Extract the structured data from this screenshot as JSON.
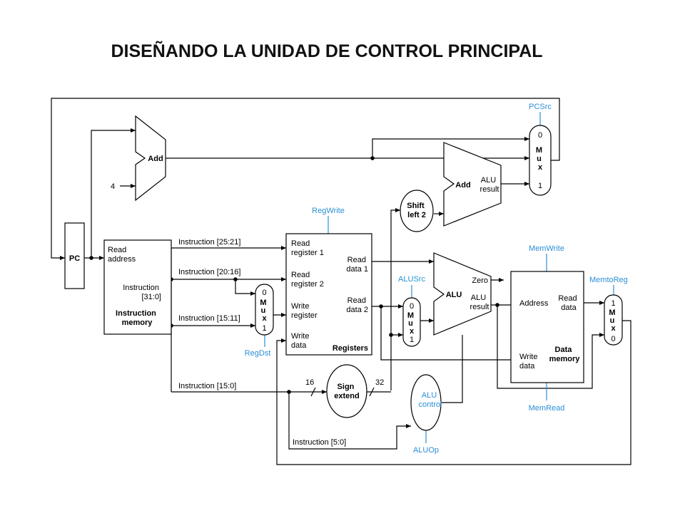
{
  "title": "DISEÑANDO LA UNIDAD DE CONTROL PRINCIPAL",
  "blocks": {
    "pc": "PC",
    "add_top": "Add",
    "const_four": "4",
    "add_branch": "Add",
    "add_branch_result": [
      "ALU",
      "result"
    ],
    "shift_left": [
      "Shift",
      "left 2"
    ],
    "instr_mem_read": [
      "Read",
      "address"
    ],
    "instr_mem_instr": [
      "Instruction",
      "[31:0]"
    ],
    "instr_mem_name": [
      "Instruction",
      "memory"
    ],
    "reg_read1": [
      "Read",
      "register 1"
    ],
    "reg_read2": [
      "Read",
      "register 2"
    ],
    "reg_write_reg": [
      "Write",
      "register"
    ],
    "reg_write_data": [
      "Write",
      "data"
    ],
    "reg_out1": [
      "Read",
      "data 1"
    ],
    "reg_out2": [
      "Read",
      "data 2"
    ],
    "reg_name": "Registers",
    "alu": "ALU",
    "alu_zero": "Zero",
    "alu_result": [
      "ALU",
      "result"
    ],
    "dm_address": "Address",
    "dm_read": [
      "Read",
      "data"
    ],
    "dm_write": [
      "Write",
      "data"
    ],
    "dm_name": [
      "Data",
      "memory"
    ],
    "sign_extend": [
      "Sign",
      "extend"
    ],
    "bits_in": "16",
    "bits_out": "32",
    "alu_control": [
      "ALU",
      "control"
    ],
    "mux_letters": [
      "M",
      "u",
      "x"
    ]
  },
  "mux_inputs": {
    "pcsrc": [
      "0",
      "1"
    ],
    "regdst": [
      "0",
      "1"
    ],
    "alusrc": [
      "0",
      "1"
    ],
    "memtoreg": [
      "1",
      "0"
    ]
  },
  "control_signals": {
    "pcsrc": "PCSrc",
    "regwrite": "RegWrite",
    "memwrite": "MemWrite",
    "alusrc": "ALUSrc",
    "memtoreg": "MemtoReg",
    "regdst": "RegDst",
    "memread": "MemRead",
    "aluop": "ALUOp"
  },
  "instruction_fields": {
    "f25_21": "Instruction [25:21]",
    "f20_16": "Instruction [20:16]",
    "f15_11": "Instruction [15:11]",
    "f15_0": "Instruction [15:0]",
    "f5_0": "Instruction [5:0]"
  },
  "colors": {
    "control": "#2a8fd6",
    "wire": "#000000"
  }
}
